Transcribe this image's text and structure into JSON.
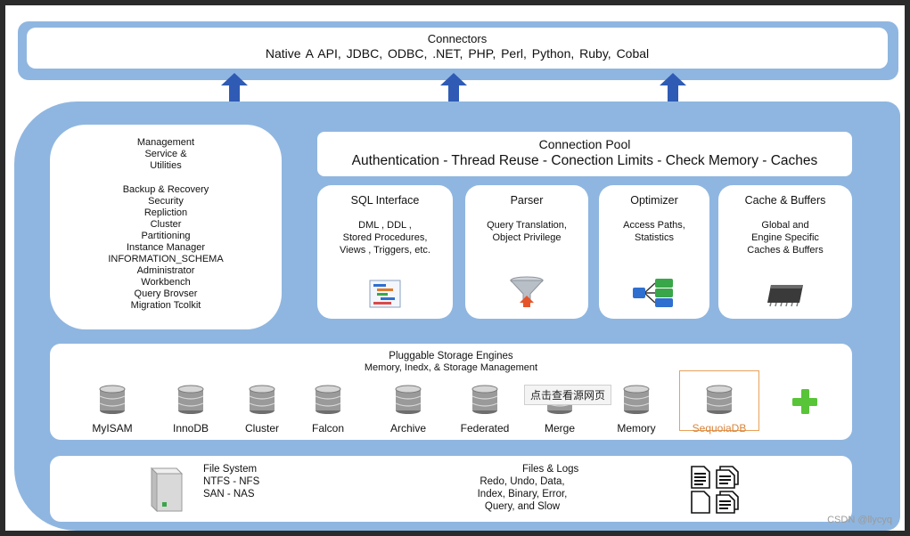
{
  "connectors": {
    "title": "Connectors",
    "list": "Native A API,  JDBC,  ODBC,  .NET,  PHP,  Perl,  Python,  Ruby,  Cobal"
  },
  "management": {
    "title_lines": [
      "Management",
      "Service &",
      "Utilities"
    ],
    "items": [
      "Backup & Recovery",
      "Security",
      "Repliction",
      "Cluster",
      "Partitioning",
      "Instance Manager",
      "INFORMATION_SCHEMA",
      "Administrator",
      "Workbench",
      "Query Brovser",
      "Migration Tcolkit"
    ]
  },
  "connection_pool": {
    "title": "Connection Pool",
    "subtitle": "Authentication - Thread Reuse - Conection Limits - Check Memory - Caches"
  },
  "modules": [
    {
      "title": "SQL Interface",
      "body": [
        "DML , DDL ,",
        "Stored Procedures,",
        "Views , Triggers, etc."
      ],
      "icon": "sql-interface-icon"
    },
    {
      "title": "Parser",
      "body": [
        "Query Translation,",
        "Object Privilege"
      ],
      "icon": "funnel-icon"
    },
    {
      "title": "Optimizer",
      "body": [
        "Access Paths,",
        "Statistics"
      ],
      "icon": "flowchart-icon"
    },
    {
      "title": "Cache & Buffers",
      "body": [
        "Global and",
        "Engine Specific",
        "Caches & Buffers"
      ],
      "icon": "memory-chip-icon"
    }
  ],
  "storage_engines": {
    "title": "Pluggable Storage Engines",
    "subtitle": "Memory, Inedx, & Storage Management",
    "engines": [
      "MyISAM",
      "InnoDB",
      "Cluster",
      "Falcon",
      "Archive",
      "Federated",
      "Merge",
      "Memory",
      "SequoiaDB"
    ],
    "highlight_color": "#e8a15a",
    "tooltip": "点击查看源网页"
  },
  "files_logs": {
    "fs_lines": [
      "File System",
      "NTFS - NFS",
      "SAN - NAS"
    ],
    "logs_title": "Files & Logs",
    "logs_lines": [
      "Redo, Undo, Data,",
      "Index, Binary, Error,",
      "Query, and Slow"
    ]
  },
  "watermark": "CSDN @llycyq",
  "colors": {
    "band": "#8fb6e0",
    "arrow": "#2f5bb5"
  }
}
